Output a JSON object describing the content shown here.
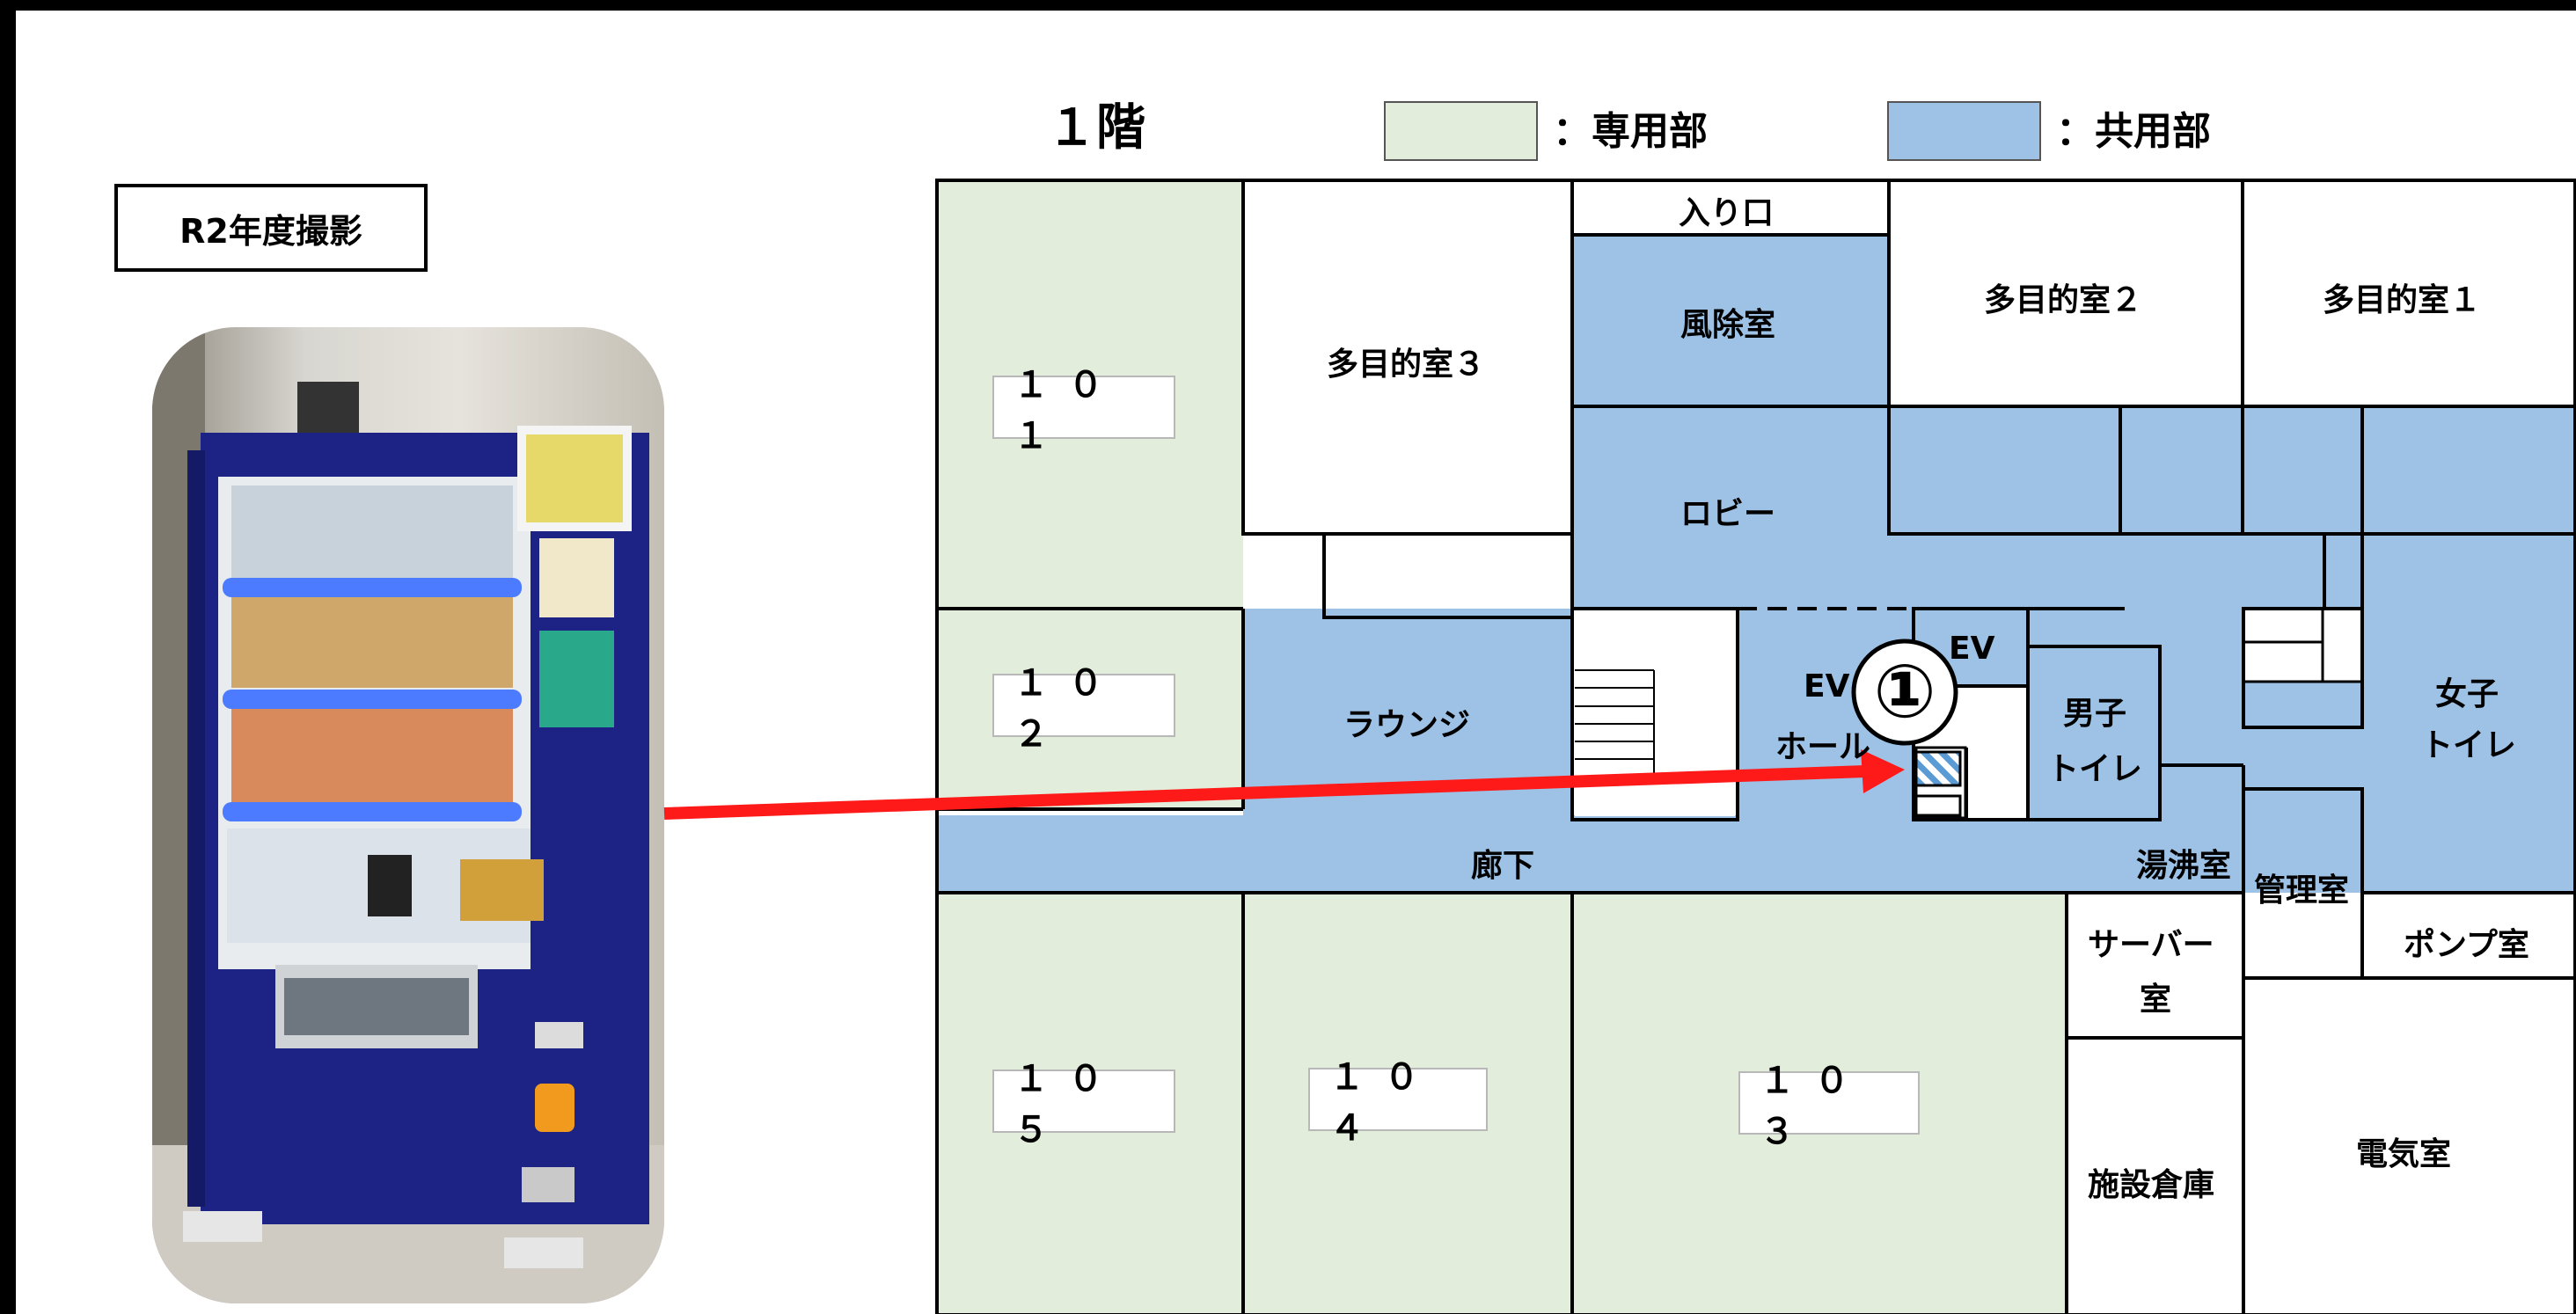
{
  "photo": {
    "caption": "R2年度撮影"
  },
  "floor": {
    "title": "１階"
  },
  "legend": {
    "private": {
      "label": "：専用部",
      "color": "#e2eedb"
    },
    "common": {
      "label": "：共用部",
      "color": "#9dc2e6"
    }
  },
  "rooms": {
    "entrance": "入り口",
    "windbreak": "風除室",
    "lobby": "ロビー",
    "multi3": "多目的室３",
    "multi2": "多目的室２",
    "multi1": "多目的室１",
    "lounge": "ラウンジ",
    "ev_hall_1": "EV",
    "ev_hall_2": "ホール",
    "ev": "EV",
    "mens_1": "男子",
    "mens_2": "トイレ",
    "womens_1": "女子",
    "womens_2": "トイレ",
    "corridor": "廊下",
    "kitchenette": "湯沸室",
    "management": "管理室",
    "pump": "ポンプ室",
    "server_1": "サーバー",
    "server_2": "室",
    "storage": "施設倉庫",
    "electrical": "電気室"
  },
  "units": {
    "u101": "１０１",
    "u102": "１０２",
    "u103": "１０３",
    "u104": "１０４",
    "u105": "１０５"
  },
  "marker": {
    "number": "①",
    "arrow_color": "#ff1a1a"
  }
}
